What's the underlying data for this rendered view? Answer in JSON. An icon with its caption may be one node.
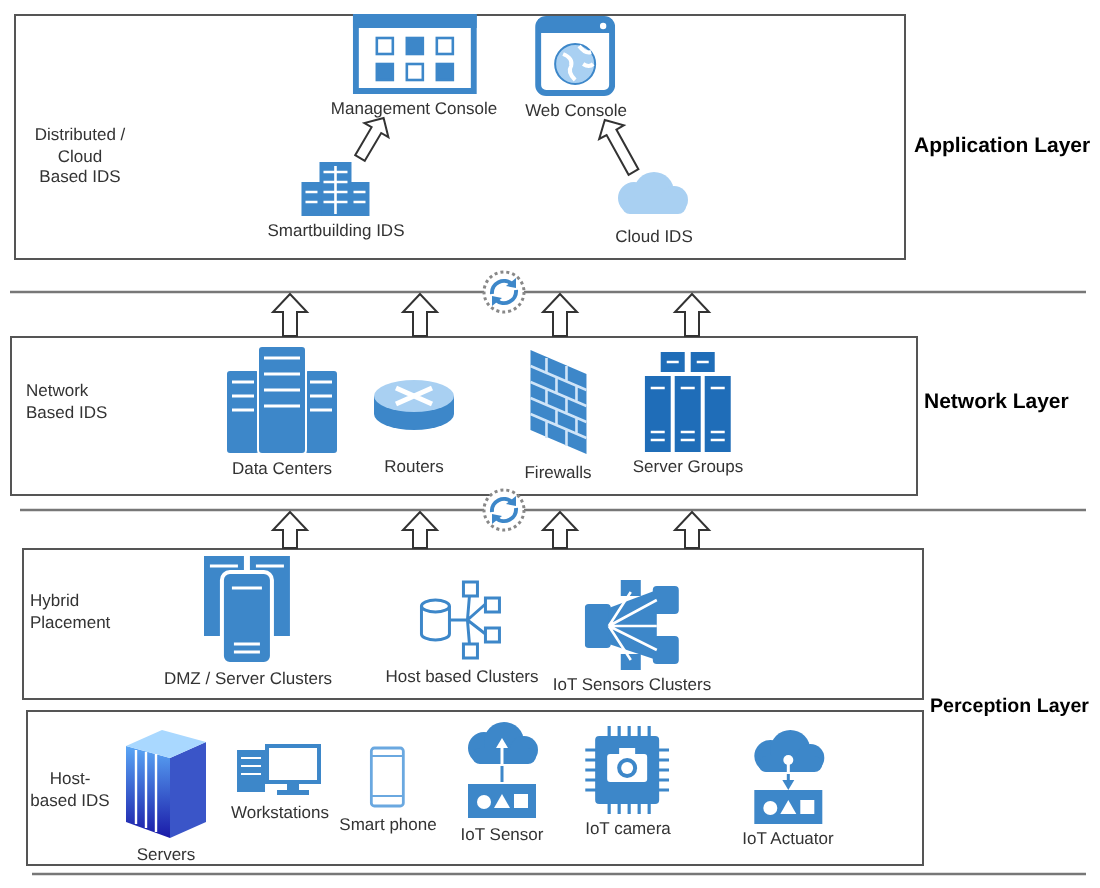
{
  "diagram": {
    "nodes": [
      {
        "text": [
          "Distributed / Cloud Based IDS"
        ]
      },
      {
        "text": [
          "Management Console"
        ],
        "in": 0
      },
      {
        "text": [
          "Web Console"
        ],
        "in": 0
      },
      {
        "text": [
          "Smartbuilding IDS"
        ],
        "in": 0
      },
      {
        "text": [
          "Cloud IDS"
        ],
        "in": 0
      },
      {
        "text": [
          "Network Based IDS"
        ]
      },
      {
        "text": [
          "Data Centers"
        ],
        "in": 5
      },
      {
        "text": [
          "Routers"
        ],
        "in": 5
      },
      {
        "text": [
          "Firewalls"
        ],
        "in": 5
      },
      {
        "text": [
          "Server Groups"
        ],
        "in": 5
      },
      {
        "text": [
          "Hybrid Placement"
        ]
      },
      {
        "text": [
          "DMZ / Server Clusters"
        ],
        "in": 10
      },
      {
        "text": [
          "Host based Clusters"
        ],
        "in": 10
      },
      {
        "text": [
          "IoT Sensors Clusters"
        ],
        "in": 10
      },
      {
        "text": [
          "Host-based IDS"
        ]
      },
      {
        "text": [
          "Servers"
        ],
        "in": 14
      },
      {
        "text": [
          "Workstations"
        ],
        "in": 14
      },
      {
        "text": [
          "Smart phone"
        ],
        "in": 14
      },
      {
        "text": [
          "IoT Sensor"
        ],
        "in": 14
      },
      {
        "text": [
          "IoT camera"
        ],
        "in": 14
      },
      {
        "text": [
          "IoT Actuator"
        ],
        "in": 14
      }
    ],
    "edges": [
      {
        "from": 3,
        "to": 1,
        "arrow": "to"
      },
      {
        "from": 4,
        "to": 2,
        "arrow": "to"
      },
      {
        "from": 5,
        "to": null,
        "arrow": "to"
      },
      {
        "from": 5,
        "to": null,
        "arrow": "to"
      },
      {
        "from": 5,
        "to": null,
        "arrow": "to"
      },
      {
        "from": 5,
        "to": null,
        "arrow": "to"
      },
      {
        "from": 10,
        "to": null,
        "arrow": "to"
      },
      {
        "from": 10,
        "to": null,
        "arrow": "to"
      },
      {
        "from": 10,
        "to": null,
        "arrow": "to"
      },
      {
        "from": 10,
        "to": null,
        "arrow": "to"
      }
    ],
    "labels": [
      "Application Layer",
      "Network Layer",
      "Perception Layer"
    ]
  }
}
